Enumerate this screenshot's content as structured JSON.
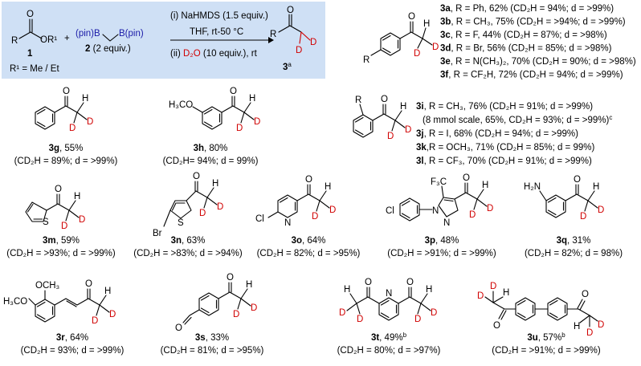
{
  "box": {
    "bg_color": "#cfe0f5",
    "reagent_1": "(i) NaHMDS (1.5 equiv.)",
    "reagent_2": "THF, rt-50 °C",
    "reagent_3_pre": "(ii) ",
    "reagent_3_d2o": "D₂O",
    "reagent_3_post": " (10 equiv.), rt",
    "ester_R": "R",
    "ester_O1": "O",
    "ester_OR": "OR¹",
    "ester_num": "1",
    "plus": "+",
    "boron": "(pin)B",
    "boron2": "B(pin)",
    "boron_num": "2",
    "boron_equiv": "(2 equiv.)",
    "r1_def": "R¹ = Me / Et",
    "prod_R": "R",
    "prod_O": "O",
    "prod_D1": "D",
    "prod_D2": "D",
    "prod_num": "3",
    "prod_sup": "a"
  },
  "atoms": {
    "O": "O",
    "D": "D",
    "H": "H",
    "R": "R",
    "Cl": "Cl",
    "Br": "Br",
    "S": "S",
    "N": "N",
    "H3CO": "H₃CO",
    "OCH3": "OCH₃",
    "H2N": "H₂N",
    "F3C": "F₃C"
  },
  "entries_3a_3f": [
    {
      "id": "3a",
      "text": ", R = Ph, 62% (CD₂H = 94%; d = >99%)"
    },
    {
      "id": "3b",
      "text": ", R = CH₃, 75% (CD₂H = >94%; d = >99%)"
    },
    {
      "id": "3c",
      "text": ", R = F, 44% (CD₂H = 87%; d = >98%)"
    },
    {
      "id": "3d",
      "text": ", R = Br, 56% (CD₂H = 85%; d = >98%)"
    },
    {
      "id": "3e",
      "text": ", R = N(CH₃)₂, 70% (CD₂H = 90%; d = >98%)"
    },
    {
      "id": "3f",
      "text": ", R = CF₂H, 72% (CD₂H = 94%; d = >99%)"
    }
  ],
  "entries_3i_3l": [
    {
      "id": "3i",
      "text": ", R = CH₃, 76% (CD₂H = 91%; d = >99%)"
    },
    {
      "id": "",
      "text": "(8 mmol scale, 65%, CD₂H = 93%; d = >99%)",
      "sup": "c"
    },
    {
      "id": "3j",
      "text": ", R = I, 68% (CD₂H = 94%; d = >99%)"
    },
    {
      "id": "3k",
      "text": ",R = OCH₃, 71% (CD₂H = 85%; d = 99%)"
    },
    {
      "id": "3l",
      "text": ", R = CF₃, 70% (CD₂H = 91%; d = >99%)"
    }
  ],
  "compounds": [
    {
      "id": "3g",
      "yield": ", 55%",
      "detail": "(CD₂H = 89%; d = >99%)"
    },
    {
      "id": "3h",
      "yield": ", 80%",
      "detail": "(CD₂H= 94%; d = 99%)"
    },
    {
      "id": "3m",
      "yield": ", 59%",
      "detail": "(CD₂H = >93%; d = >99%)"
    },
    {
      "id": "3n",
      "yield": ", 63%",
      "detail": "(CD₂H = >83%; d = >94%)"
    },
    {
      "id": "3o",
      "yield": ", 64%",
      "detail": "(CD₂H = 82%; d = >95%)"
    },
    {
      "id": "3p",
      "yield": ", 48%",
      "detail": "(CD₂H = >91%; d = >99%)"
    },
    {
      "id": "3q",
      "yield": ", 31%",
      "detail": "(CD₂H = 82%; d = 98%)"
    },
    {
      "id": "3r",
      "yield": ", 64%",
      "detail": "(CD₂H = 93%; d = >99%)"
    },
    {
      "id": "3s",
      "yield": ", 33%",
      "detail": "(CD₂H = 81%; d = >95%)"
    },
    {
      "id": "3t",
      "yield": ", 49%",
      "sup": "b",
      "detail": "(CD₂H = 80%; d = >97%)"
    },
    {
      "id": "3u",
      "yield": ", 57%",
      "sup": "b",
      "detail": "(CD₂H = >91%; d = >99%)"
    }
  ]
}
